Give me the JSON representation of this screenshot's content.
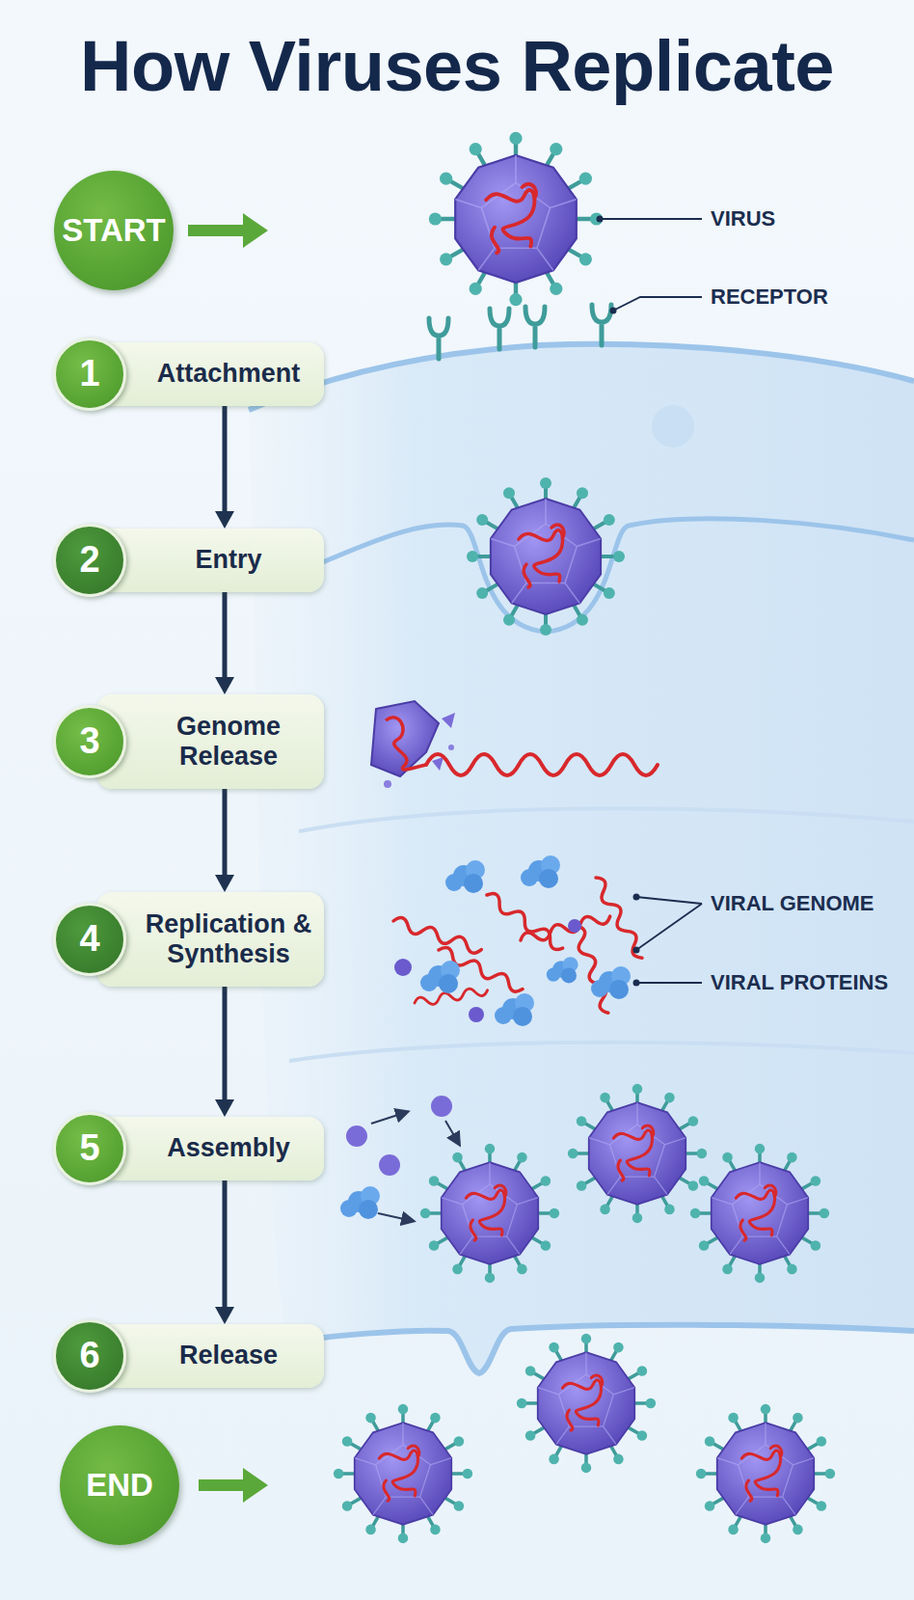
{
  "diagram": {
    "title": "How Viruses Replicate",
    "nodes": [
      {
        "text": [
          "START"
        ]
      },
      {
        "text": [
          "Attachment"
        ]
      },
      {
        "text": [
          "1"
        ],
        "in": 1
      },
      {
        "text": [
          "Entry"
        ]
      },
      {
        "text": [
          "2"
        ],
        "in": 3
      },
      {
        "text": [
          "Genome Release"
        ]
      },
      {
        "text": [
          "3"
        ],
        "in": 5
      },
      {
        "text": [
          "Replication & Synthesis"
        ]
      },
      {
        "text": [
          "4"
        ],
        "in": 7
      },
      {
        "text": [
          "Assembly"
        ]
      },
      {
        "text": [
          "5"
        ],
        "in": 9
      },
      {
        "text": [
          "Release"
        ]
      },
      {
        "text": [
          "6"
        ],
        "in": 11
      },
      {
        "text": [
          "END"
        ]
      }
    ],
    "edges": [
      {
        "from": 1,
        "to": 3,
        "arrow": "to"
      },
      {
        "from": 3,
        "to": 5,
        "arrow": "to"
      },
      {
        "from": 5,
        "to": 7,
        "arrow": "to"
      },
      {
        "from": 7,
        "to": 9,
        "arrow": "to"
      },
      {
        "from": 9,
        "to": 11,
        "arrow": "to"
      }
    ],
    "labels": [
      "VIRUS",
      "RECEPTOR",
      "VIRAL GENOME",
      "VIRAL PROTEINS"
    ]
  }
}
